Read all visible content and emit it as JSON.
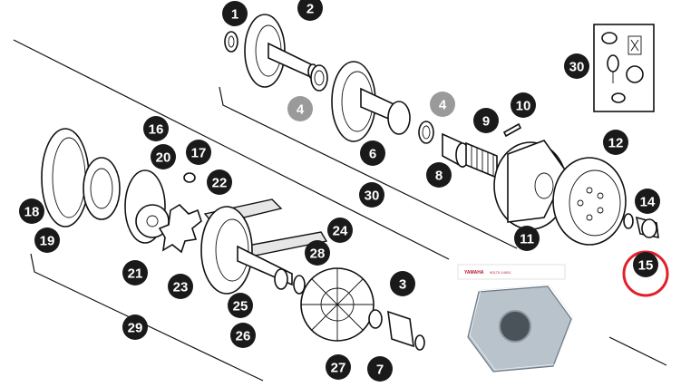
{
  "callouts": [
    {
      "id": "1",
      "label": "1",
      "style": "dark"
    },
    {
      "id": "2",
      "label": "2",
      "style": "dark"
    },
    {
      "id": "4a",
      "label": "4",
      "style": "grey"
    },
    {
      "id": "4b",
      "label": "4",
      "style": "grey"
    },
    {
      "id": "6",
      "label": "6",
      "style": "dark"
    },
    {
      "id": "8",
      "label": "8",
      "style": "dark"
    },
    {
      "id": "9",
      "label": "9",
      "style": "dark"
    },
    {
      "id": "10",
      "label": "10",
      "style": "dark"
    },
    {
      "id": "11",
      "label": "11",
      "style": "dark"
    },
    {
      "id": "12",
      "label": "12",
      "style": "dark"
    },
    {
      "id": "14",
      "label": "14",
      "style": "dark"
    },
    {
      "id": "15",
      "label": "15",
      "style": "dark"
    },
    {
      "id": "30a",
      "label": "30",
      "style": "dark"
    },
    {
      "id": "30b",
      "label": "30",
      "style": "dark"
    },
    {
      "id": "16",
      "label": "16",
      "style": "dark"
    },
    {
      "id": "17",
      "label": "17",
      "style": "dark"
    },
    {
      "id": "18",
      "label": "18",
      "style": "dark"
    },
    {
      "id": "19",
      "label": "19",
      "style": "dark"
    },
    {
      "id": "20",
      "label": "20",
      "style": "dark"
    },
    {
      "id": "21",
      "label": "21",
      "style": "dark"
    },
    {
      "id": "22",
      "label": "22",
      "style": "dark"
    },
    {
      "id": "23",
      "label": "23",
      "style": "dark"
    },
    {
      "id": "24",
      "label": "24",
      "style": "dark"
    },
    {
      "id": "25",
      "label": "25",
      "style": "dark"
    },
    {
      "id": "26",
      "label": "26",
      "style": "dark"
    },
    {
      "id": "27",
      "label": "27",
      "style": "dark"
    },
    {
      "id": "28",
      "label": "28",
      "style": "dark"
    },
    {
      "id": "29",
      "label": "29",
      "style": "dark"
    },
    {
      "id": "3",
      "label": "3",
      "style": "dark"
    },
    {
      "id": "7",
      "label": "7",
      "style": "dark"
    }
  ],
  "highlight": {
    "target": "15",
    "color": "#e0202a"
  },
  "photo": {
    "brand": "YAMAHA",
    "label_text": "90170-14001"
  },
  "colors": {
    "callout_dark": "#1a1a1a",
    "callout_grey": "#9a9a9a",
    "line": "#111111",
    "nut": "#b9c3cc"
  }
}
